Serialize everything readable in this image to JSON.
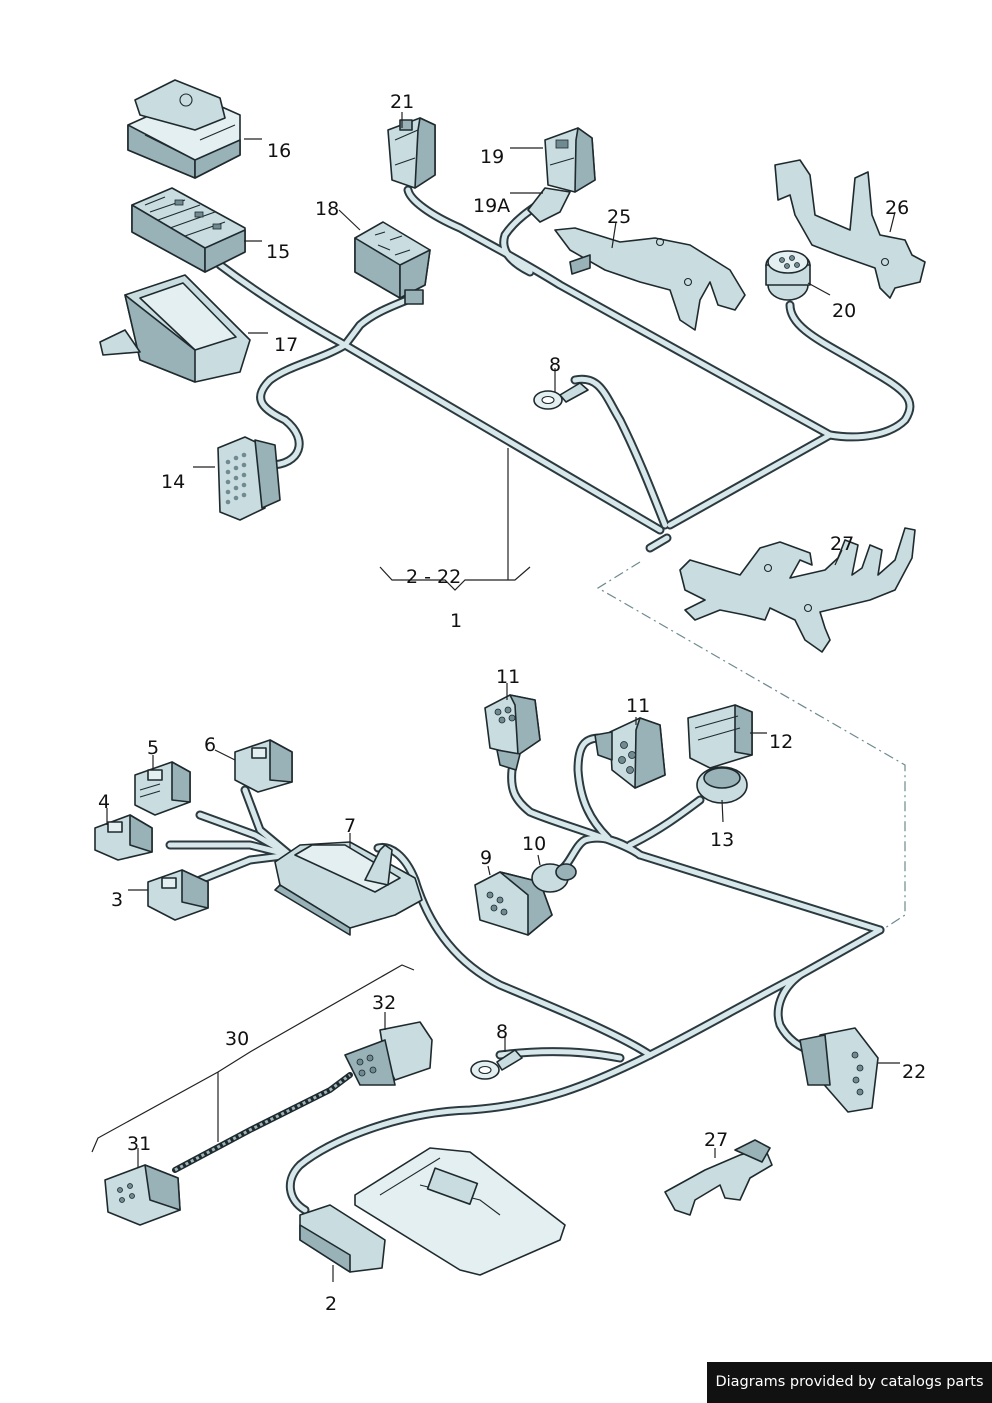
{
  "labels": {
    "l1": "1",
    "l2_22": "2 - 22",
    "l2": "2",
    "l3": "3",
    "l4": "4",
    "l5": "5",
    "l6": "6",
    "l7": "7",
    "l8a": "8",
    "l8b": "8",
    "l9": "9",
    "l10": "10",
    "l11a": "11",
    "l11b": "11",
    "l12": "12",
    "l13": "13",
    "l14": "14",
    "l15": "15",
    "l16": "16",
    "l17": "17",
    "l18": "18",
    "l19": "19",
    "l19a": "19A",
    "l20": "20",
    "l21": "21",
    "l22": "22",
    "l25": "25",
    "l26": "26",
    "l27a": "27",
    "l27b": "27",
    "l30": "30",
    "l31": "31",
    "l32": "32"
  },
  "credit": "Diagrams provided by catalogs parts",
  "colors": {
    "part": "#c9dcdf",
    "outline": "#1e2a2e",
    "wire": "#d8e8ea",
    "badge": "#111111"
  }
}
